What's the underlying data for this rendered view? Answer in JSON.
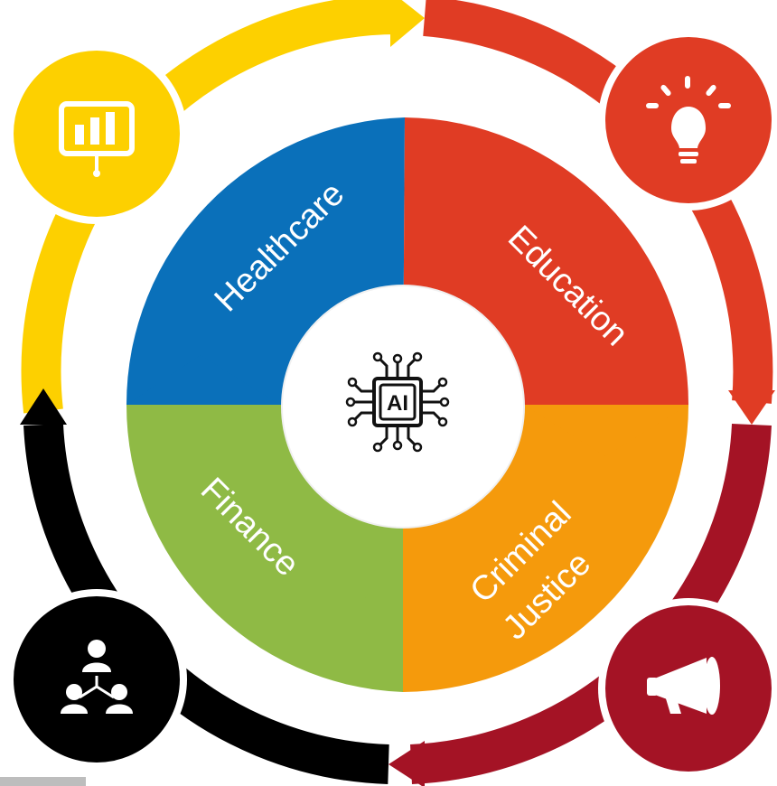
{
  "segments": [
    {
      "label": "Healthcare",
      "color": "#0A70BA"
    },
    {
      "label": "Education",
      "color": "#E03C24"
    },
    {
      "label": "Criminal",
      "label2": "Justice",
      "color": "#F59A0C"
    },
    {
      "label": "Finance",
      "color": "#8FBA45"
    }
  ],
  "center": {
    "chip_label": "AI",
    "icon": "ai-chip-icon"
  },
  "outer_cycle": {
    "colors": {
      "yellow": "#FDD000",
      "red": "#E03C24",
      "darkred": "#A41325",
      "black": "#000000"
    },
    "nodes": [
      {
        "icon": "presentation-chart-icon",
        "color": "#FDD000"
      },
      {
        "icon": "lightbulb-icon",
        "color": "#E03C24"
      },
      {
        "icon": "megaphone-icon",
        "color": "#A41325"
      },
      {
        "icon": "people-network-icon",
        "color": "#000000"
      }
    ]
  }
}
